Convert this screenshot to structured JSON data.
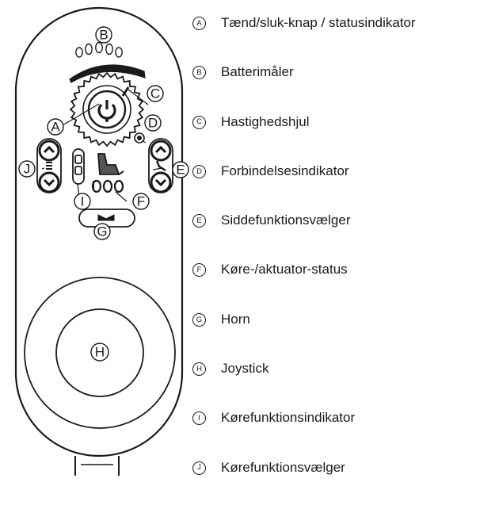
{
  "components": [
    {
      "letter": "A",
      "label": "Tænd/sluk-knap / statusindikator"
    },
    {
      "letter": "B",
      "label": "Batterimåler"
    },
    {
      "letter": "C",
      "label": "Hastighedshjul"
    },
    {
      "letter": "D",
      "label": "Forbindelsesindikator"
    },
    {
      "letter": "E",
      "label": "Siddefunktionsvælger"
    },
    {
      "letter": "F",
      "label": "Køre-/aktuator-status"
    },
    {
      "letter": "G",
      "label": "Horn"
    },
    {
      "letter": "H",
      "label": "Joystick"
    },
    {
      "letter": "I",
      "label": "Kørefunktionsindikator"
    },
    {
      "letter": "J",
      "label": "Kørefunktionsvælger"
    }
  ]
}
